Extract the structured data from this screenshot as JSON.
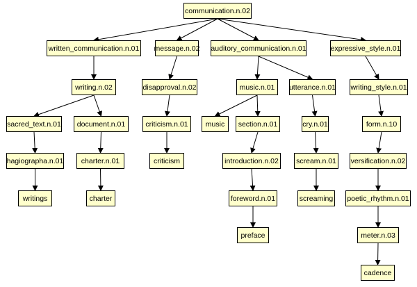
{
  "diagram": {
    "node_fill": "#ffffcc",
    "stroke": "#000000",
    "nodes": [
      {
        "id": "communication",
        "label": "communication.n.02"
      },
      {
        "id": "written_communication",
        "label": "written_communication.n.01"
      },
      {
        "id": "message",
        "label": "message.n.02"
      },
      {
        "id": "auditory_communication",
        "label": "auditory_communication.n.01"
      },
      {
        "id": "expressive_style",
        "label": "expressive_style.n.01"
      },
      {
        "id": "writing",
        "label": "writing.n.02"
      },
      {
        "id": "disapproval",
        "label": "disapproval.n.02"
      },
      {
        "id": "music_n01",
        "label": "music.n.01"
      },
      {
        "id": "utterance",
        "label": "utterance.n.01"
      },
      {
        "id": "writing_style",
        "label": "writing_style.n.01"
      },
      {
        "id": "sacred_text",
        "label": "sacred_text.n.01"
      },
      {
        "id": "document",
        "label": "document.n.01"
      },
      {
        "id": "criticism_n01",
        "label": "criticism.n.01"
      },
      {
        "id": "music_leaf",
        "label": "music"
      },
      {
        "id": "section",
        "label": "section.n.01"
      },
      {
        "id": "cry",
        "label": "cry.n.01"
      },
      {
        "id": "form",
        "label": "form.n.10"
      },
      {
        "id": "hagiographa",
        "label": "hagiographa.n.01"
      },
      {
        "id": "charter_n01",
        "label": "charter.n.01"
      },
      {
        "id": "criticism_leaf",
        "label": "criticism"
      },
      {
        "id": "introduction",
        "label": "introduction.n.02"
      },
      {
        "id": "scream",
        "label": "scream.n.01"
      },
      {
        "id": "versification",
        "label": "versification.n.02"
      },
      {
        "id": "writings",
        "label": "writings"
      },
      {
        "id": "charter_leaf",
        "label": "charter"
      },
      {
        "id": "foreword",
        "label": "foreword.n.01"
      },
      {
        "id": "screaming",
        "label": "screaming"
      },
      {
        "id": "poetic_rhythm",
        "label": "poetic_rhythm.n.01"
      },
      {
        "id": "preface",
        "label": "preface"
      },
      {
        "id": "meter",
        "label": "meter.n.03"
      },
      {
        "id": "cadence",
        "label": "cadence"
      }
    ],
    "edges": [
      [
        "communication",
        "written_communication"
      ],
      [
        "communication",
        "message"
      ],
      [
        "communication",
        "auditory_communication"
      ],
      [
        "communication",
        "expressive_style"
      ],
      [
        "written_communication",
        "writing"
      ],
      [
        "message",
        "disapproval"
      ],
      [
        "auditory_communication",
        "music_n01"
      ],
      [
        "auditory_communication",
        "utterance"
      ],
      [
        "expressive_style",
        "writing_style"
      ],
      [
        "writing",
        "sacred_text"
      ],
      [
        "writing",
        "document"
      ],
      [
        "disapproval",
        "criticism_n01"
      ],
      [
        "music_n01",
        "music_leaf"
      ],
      [
        "music_n01",
        "section"
      ],
      [
        "utterance",
        "cry"
      ],
      [
        "writing_style",
        "form"
      ],
      [
        "sacred_text",
        "hagiographa"
      ],
      [
        "document",
        "charter_n01"
      ],
      [
        "criticism_n01",
        "criticism_leaf"
      ],
      [
        "section",
        "introduction"
      ],
      [
        "cry",
        "scream"
      ],
      [
        "form",
        "versification"
      ],
      [
        "hagiographa",
        "writings"
      ],
      [
        "charter_n01",
        "charter_leaf"
      ],
      [
        "introduction",
        "foreword"
      ],
      [
        "scream",
        "screaming"
      ],
      [
        "versification",
        "poetic_rhythm"
      ],
      [
        "foreword",
        "preface"
      ],
      [
        "poetic_rhythm",
        "meter"
      ],
      [
        "meter",
        "cadence"
      ]
    ]
  }
}
